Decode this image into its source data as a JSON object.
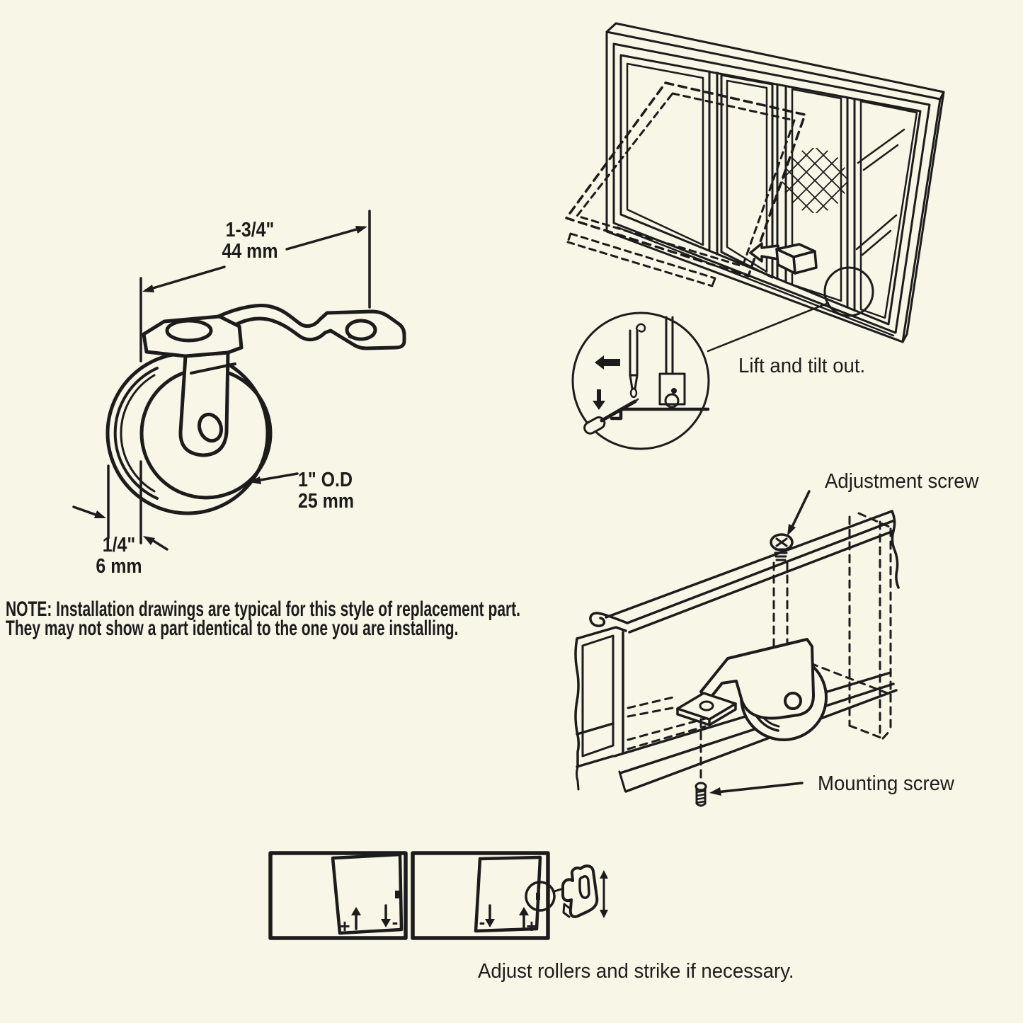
{
  "colors": {
    "background": "#F8F6E6",
    "ink": "#1C1C1C"
  },
  "labels": {
    "dim_width": {
      "line1": "1-3/4\"",
      "line2": "44 mm"
    },
    "dim_od": {
      "line1": "1\" O.D",
      "line2": "25 mm"
    },
    "dim_thickness": {
      "line1": "1/4\"",
      "line2": "6 mm"
    }
  },
  "note": {
    "line1": "NOTE: Installation drawings are typical for this style of replacement part.",
    "line2": "They may not show a part identical to the one you are installing."
  },
  "captions": {
    "lift_tilt": "Lift and tilt out.",
    "adjustment_screw": "Adjustment screw",
    "mounting_screw": "Mounting screw",
    "adjust_rollers": "Adjust rollers and strike if necessary."
  },
  "adjust_marks": {
    "left_plus": "+",
    "left_minus": "-",
    "right_minus": "-",
    "right_plus": "+"
  }
}
